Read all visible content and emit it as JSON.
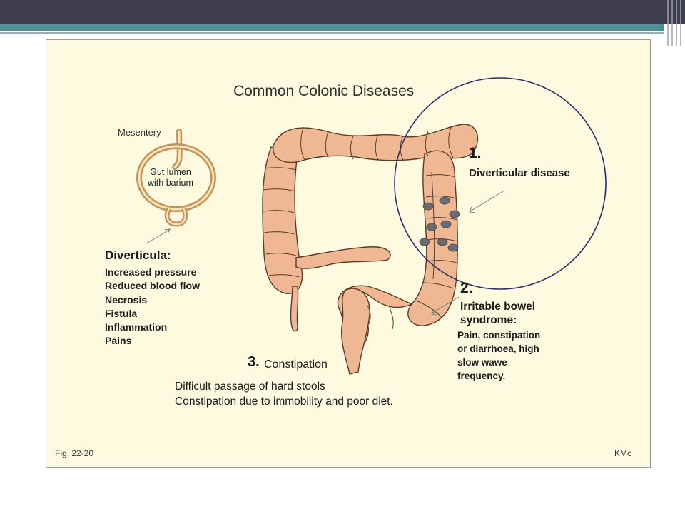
{
  "title": "Common Colonic Diseases",
  "mesentery_label": "Mesentery",
  "gut_lumen_label": [
    "Gut lumen",
    "with barium"
  ],
  "diverticula": {
    "heading": "Diverticula:",
    "items": [
      "Increased pressure",
      "Reduced blood flow",
      "Necrosis",
      "Fistula",
      "Inflammation",
      "Pains"
    ]
  },
  "diverticular_disease": {
    "number": "1.",
    "label": "Diverticular disease"
  },
  "ibs": {
    "number": "2.",
    "title_lines": [
      "Irritable bowel",
      "syndrome:"
    ],
    "desc_lines": [
      "Pain, constipation",
      "or diarrhoea, high",
      "slow wawe",
      "frequency."
    ]
  },
  "constipation": {
    "number": "3.",
    "label": "Constipation",
    "lines": [
      "Difficult passage of hard stools",
      "Constipation due to immobility and poor diet."
    ]
  },
  "figure_id": "Fig. 22-20",
  "credit": "KMc",
  "colors": {
    "colon": "#f0b892",
    "colon_outline": "#5a3a28",
    "highlight_circle": "#2a2f6a",
    "diverticula_dots": "#6b6b73",
    "background": "#fdfae0"
  }
}
